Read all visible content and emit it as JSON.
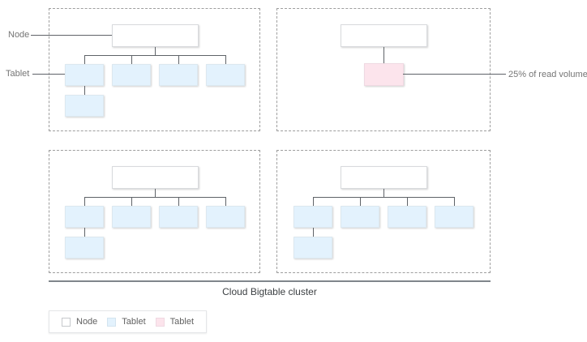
{
  "colors": {
    "node_fill": "#FFFFFF",
    "tablet_blue": "#E3F2FD",
    "tablet_pink": "#FCE4EC",
    "connector": "#5F6368",
    "dashed_border": "#9E9E9E",
    "label_text": "#757575",
    "caption_text": "#3C4043",
    "separator": "#80868B"
  },
  "labels": {
    "node_pointer": "Node",
    "tablet_pointer": "Tablet",
    "read_volume_callout": "25% of read volume"
  },
  "caption": {
    "text": "Cloud Bigtable cluster"
  },
  "legend": {
    "items": [
      {
        "label": "Node",
        "swatch": "node"
      },
      {
        "label": "Tablet",
        "swatch": "tablet-blue"
      },
      {
        "label": "Tablet",
        "swatch": "tablet-pink"
      }
    ]
  },
  "diagram": {
    "type": "tree",
    "quadrants": [
      {
        "position": "top-left",
        "root": "Node",
        "tablet_count": 5,
        "tablet_variant": "blue",
        "layout": "4 tablets in a row, 1 below the first"
      },
      {
        "position": "top-right",
        "root": "Node",
        "tablet_count": 1,
        "tablet_variant": "pink",
        "callout": "25% of read volume"
      },
      {
        "position": "bottom-left",
        "root": "Node",
        "tablet_count": 5,
        "tablet_variant": "blue",
        "layout": "4 tablets in a row, 1 below the first"
      },
      {
        "position": "bottom-right",
        "root": "Node",
        "tablet_count": 5,
        "tablet_variant": "blue",
        "layout": "4 tablets in a row, 1 below the first"
      }
    ]
  }
}
